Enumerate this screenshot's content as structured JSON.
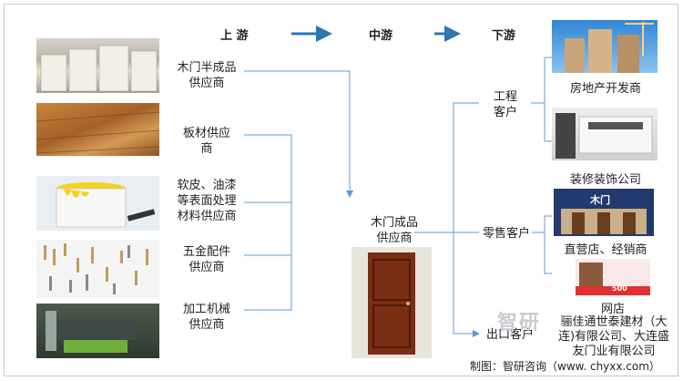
{
  "headers": {
    "upstream": "上 游",
    "midstream": "中游",
    "downstream": "下游"
  },
  "upstream": {
    "semi_door": [
      "木门半成品",
      "供应商"
    ],
    "board": [
      "板材供应",
      "商"
    ],
    "surface": [
      "软皮、油漆",
      "等表面处理",
      "材料供应商"
    ],
    "hardware": [
      "五金配件",
      "供应商"
    ],
    "machinery": [
      "加工机械",
      "供应商"
    ]
  },
  "midstream": {
    "door": [
      "木门成品",
      "供应商"
    ]
  },
  "downstream": {
    "engineering": [
      "工程",
      "客户"
    ],
    "real_estate": "房地产开发商",
    "decoration": "装修装饰公司",
    "retail": "零售客户",
    "stores": "直营店、经销商",
    "online": "网店",
    "export": "出口客户",
    "export_companies": [
      "骊佳通世泰建材（大",
      "连)有限公司、大连盛",
      "友门业有限公司"
    ]
  },
  "store_sign": "木门",
  "promo_price": "500",
  "watermark": "智研",
  "footer": "制图：智研咨询（www. chyxx.com）",
  "colors": {
    "arrow": "#2e75b6",
    "line": "#5b9bd5"
  }
}
